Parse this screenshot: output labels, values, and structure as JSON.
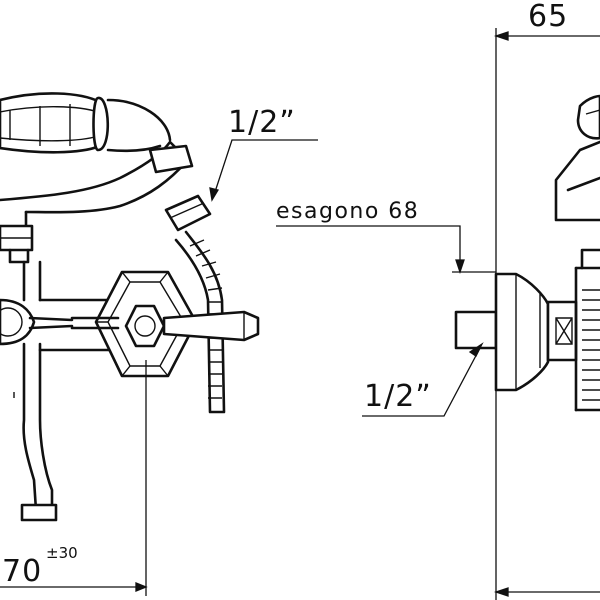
{
  "labels": {
    "dim_depth": "65",
    "thread_upper": "1/2”",
    "hexagon": "esagono 68",
    "thread_lower": "1/2”",
    "dim_center": "70",
    "dim_tolerance": "±30"
  }
}
